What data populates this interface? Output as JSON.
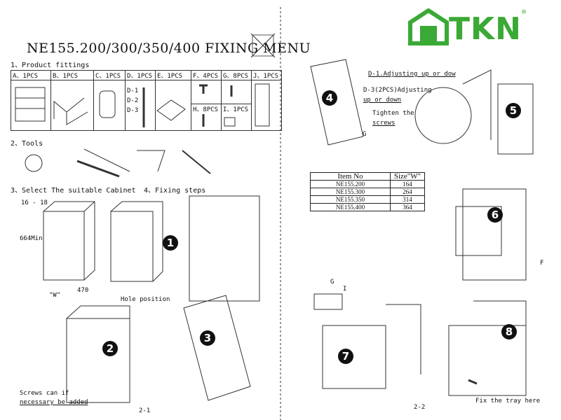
{
  "brand": {
    "name": "TKN",
    "registered": "®",
    "color": "#3aa935"
  },
  "title": "NE155.200/300/350/400 FIXING MENU",
  "sections": {
    "fittings": "1、Product fittings",
    "tools": "2、Tools",
    "cabinet": "3、Select The suitable Cabinet",
    "steps": "4、Fixing steps"
  },
  "fittings": [
    {
      "id": "A",
      "label": "A、1PCS"
    },
    {
      "id": "B",
      "label": "B、1PCS"
    },
    {
      "id": "C",
      "label": "C、1PCS"
    },
    {
      "id": "D",
      "label": "D、1PCS",
      "parts": [
        "D-1",
        "D-2",
        "D-3"
      ]
    },
    {
      "id": "E",
      "label": "E、1PCS"
    },
    {
      "id": "F",
      "label": "F、4PCS"
    },
    {
      "id": "G",
      "label": "G、8PCS"
    },
    {
      "id": "H",
      "label": "H、8PCS"
    },
    {
      "id": "I",
      "label": "I、1PCS"
    },
    {
      "id": "J",
      "label": "J、1PCS"
    }
  ],
  "cabinet": {
    "thickness": "16 - 18",
    "height": "664Min",
    "depth": "470",
    "width": "\"W\""
  },
  "labels": {
    "hole_position": "Hole position",
    "screws_line1": "Screws can if",
    "screws_line2": "necessary be added",
    "d1": "D-1.Adjusting up or dow",
    "d3_line1": "D-3(2PCS)Adjusting",
    "d3_line2": "up or down",
    "tighten_line1": "Tighten the",
    "tighten_line2": "screws",
    "g": "G",
    "i": "I",
    "f": "F",
    "fix_tray": "Fix the tray here"
  },
  "size_table": {
    "headers": [
      "Item No",
      "Size\"W\""
    ],
    "rows": [
      [
        "NE155.200",
        "164"
      ],
      [
        "NE155.300",
        "264"
      ],
      [
        "NE155.350",
        "314"
      ],
      [
        "NE155.400",
        "364"
      ]
    ]
  },
  "steps": [
    "1",
    "2",
    "3",
    "4",
    "5",
    "6",
    "7",
    "8"
  ],
  "pages": [
    "2-1",
    "2-2"
  ]
}
